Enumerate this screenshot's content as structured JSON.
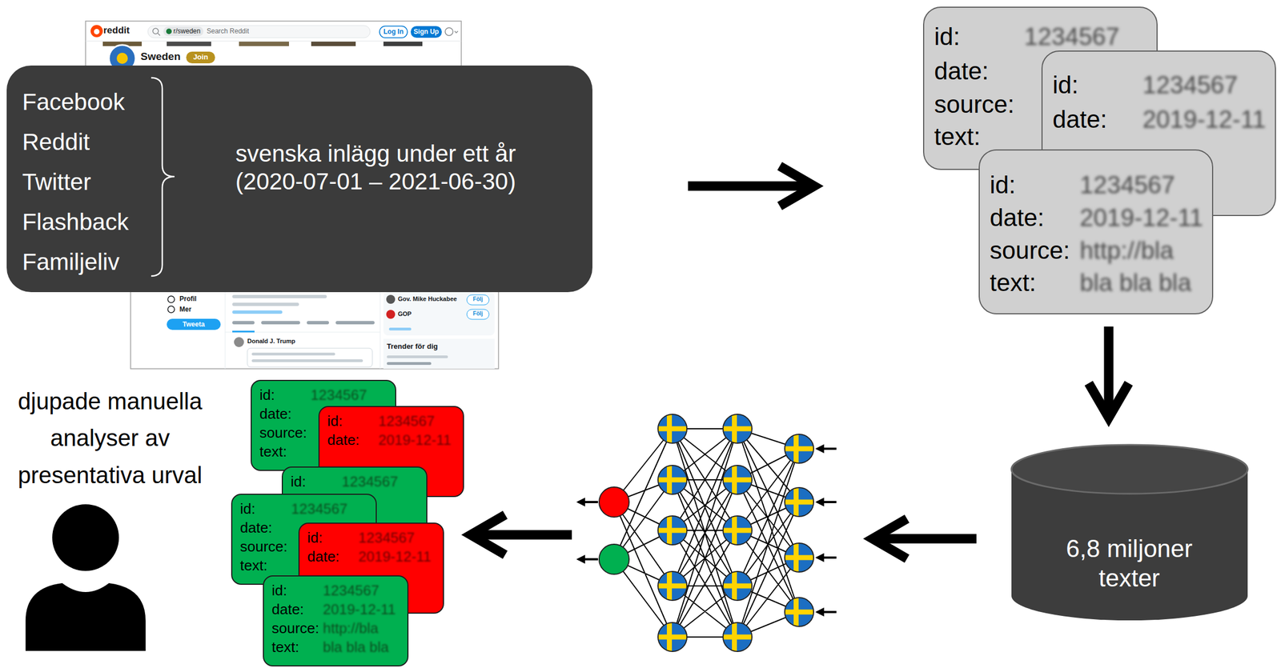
{
  "diagram": {
    "nodes": [
      {
        "text": [
          "Facebook",
          "Reddit",
          "Twitter",
          "Flashback",
          "Familjeliv",
          "svenska inlägg under ett år (2020-07-01 – 2021-06-30)"
        ]
      },
      {
        "text": [
          "id:",
          "1234567",
          "date:",
          "source:",
          "text:"
        ]
      },
      {
        "text": [
          "id:",
          "1234567",
          "date:",
          "2019-12-11"
        ]
      },
      {
        "text": [
          "id:",
          "1234567",
          "date:",
          "2019-12-11",
          "source:",
          "http://bla",
          "text:",
          "bla bla bla"
        ]
      },
      {
        "text": [
          "6,8 miljoner texter"
        ]
      },
      {
        "text": [
          "id:",
          "1234567",
          "date:",
          "source:",
          "text:"
        ]
      },
      {
        "text": [
          "id:",
          "1234567",
          "date:",
          "2019-12-11"
        ]
      },
      {
        "text": [
          "id:",
          "1234567"
        ]
      },
      {
        "text": [
          "id:",
          "1234567",
          "date:",
          "source:",
          "text:"
        ]
      },
      {
        "text": [
          "id:",
          "1234567",
          "date:",
          "2019-12-11"
        ]
      },
      {
        "text": [
          "id:",
          "1234567",
          "date:",
          "2019-12-11",
          "source:",
          "http://bla",
          "text:",
          "bla bla bla"
        ]
      }
    ],
    "edges": [
      {
        "from": 0,
        "to": 3,
        "arrow": "to"
      },
      {
        "from": 3,
        "to": 4,
        "arrow": "to"
      }
    ],
    "labels": [
      "reddit",
      "r/sweden",
      "Search Reddit",
      "Log In",
      "Sign Up",
      "Sweden",
      "Join",
      "Profil",
      "Mer",
      "Tweeta",
      "Donald J. Trump",
      "Gov. Mike Huckabee",
      "Följ",
      "GOP",
      "Följ",
      "Trender för dig",
      "djupade manuella analyser av presentativa urval"
    ]
  }
}
